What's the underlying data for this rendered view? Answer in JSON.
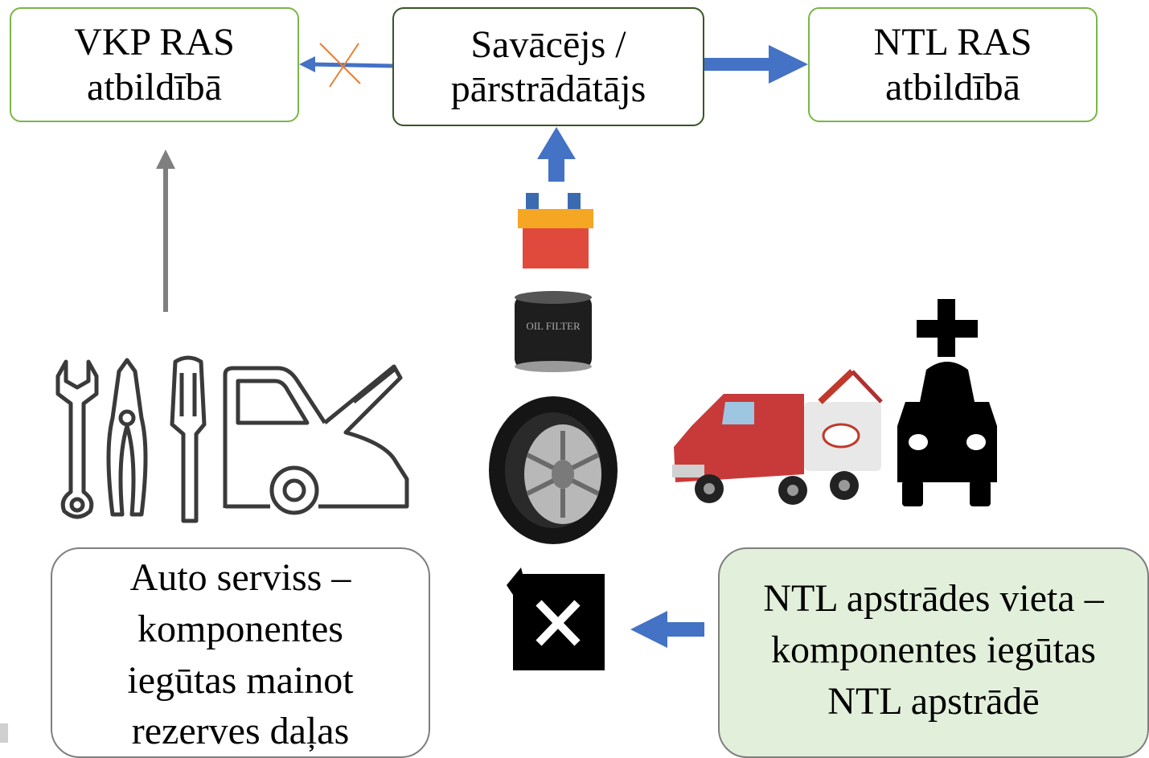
{
  "boxes": {
    "vkp": {
      "line1": "VKP RAS",
      "line2": "atbildībā"
    },
    "collector": {
      "line1": "Savācējs /",
      "line2": "pārstrādātājs"
    },
    "ntl": {
      "line1": "NTL RAS",
      "line2": "atbildībā"
    },
    "auto_service": {
      "line1": "Auto serviss –",
      "line2": "komponentes",
      "line3": "iegūtas mainot",
      "line4": "rezerves daļas"
    },
    "ntl_site": {
      "line1": "NTL apstrādes vieta –",
      "line2": "komponentes iegūtas",
      "line3": "NTL apstrādē"
    }
  },
  "icons": [
    "tools-car-repair-icon",
    "battery-icon",
    "oil-filter-icon",
    "tire-icon",
    "tow-truck-icon",
    "car-medical-icon",
    "fuel-canister-icon"
  ],
  "oil_filter_text": "OIL FILTER",
  "colors": {
    "green_border": "#7ab648",
    "dark_border": "#375623",
    "arrow_blue": "#4472c4",
    "arrow_grey": "#7f7f7f",
    "cross_orange": "#ed7d31",
    "ntl_site_fill": "#e2efda"
  }
}
